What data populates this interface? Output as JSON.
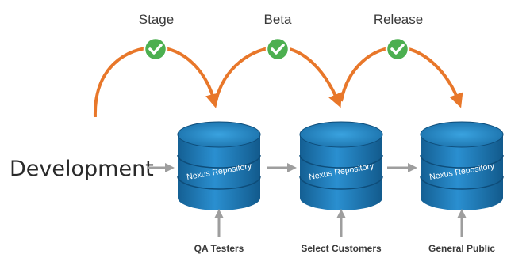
{
  "stages": [
    {
      "label": "Stage",
      "status_icon": "check-icon"
    },
    {
      "label": "Beta",
      "status_icon": "check-icon"
    },
    {
      "label": "Release",
      "status_icon": "check-icon"
    }
  ],
  "source_label": "Development",
  "repositories": [
    {
      "label": "Nexus Repository",
      "audience": "QA Testers"
    },
    {
      "label": "Nexus Repository",
      "audience": "Select Customers"
    },
    {
      "label": "Nexus Repository",
      "audience": "General Public"
    }
  ],
  "colors": {
    "promotion_arrow": "#e8772a",
    "check_badge": "#4caf50",
    "flow_arrow": "#9e9e9e",
    "database": "#1f7ab8"
  }
}
